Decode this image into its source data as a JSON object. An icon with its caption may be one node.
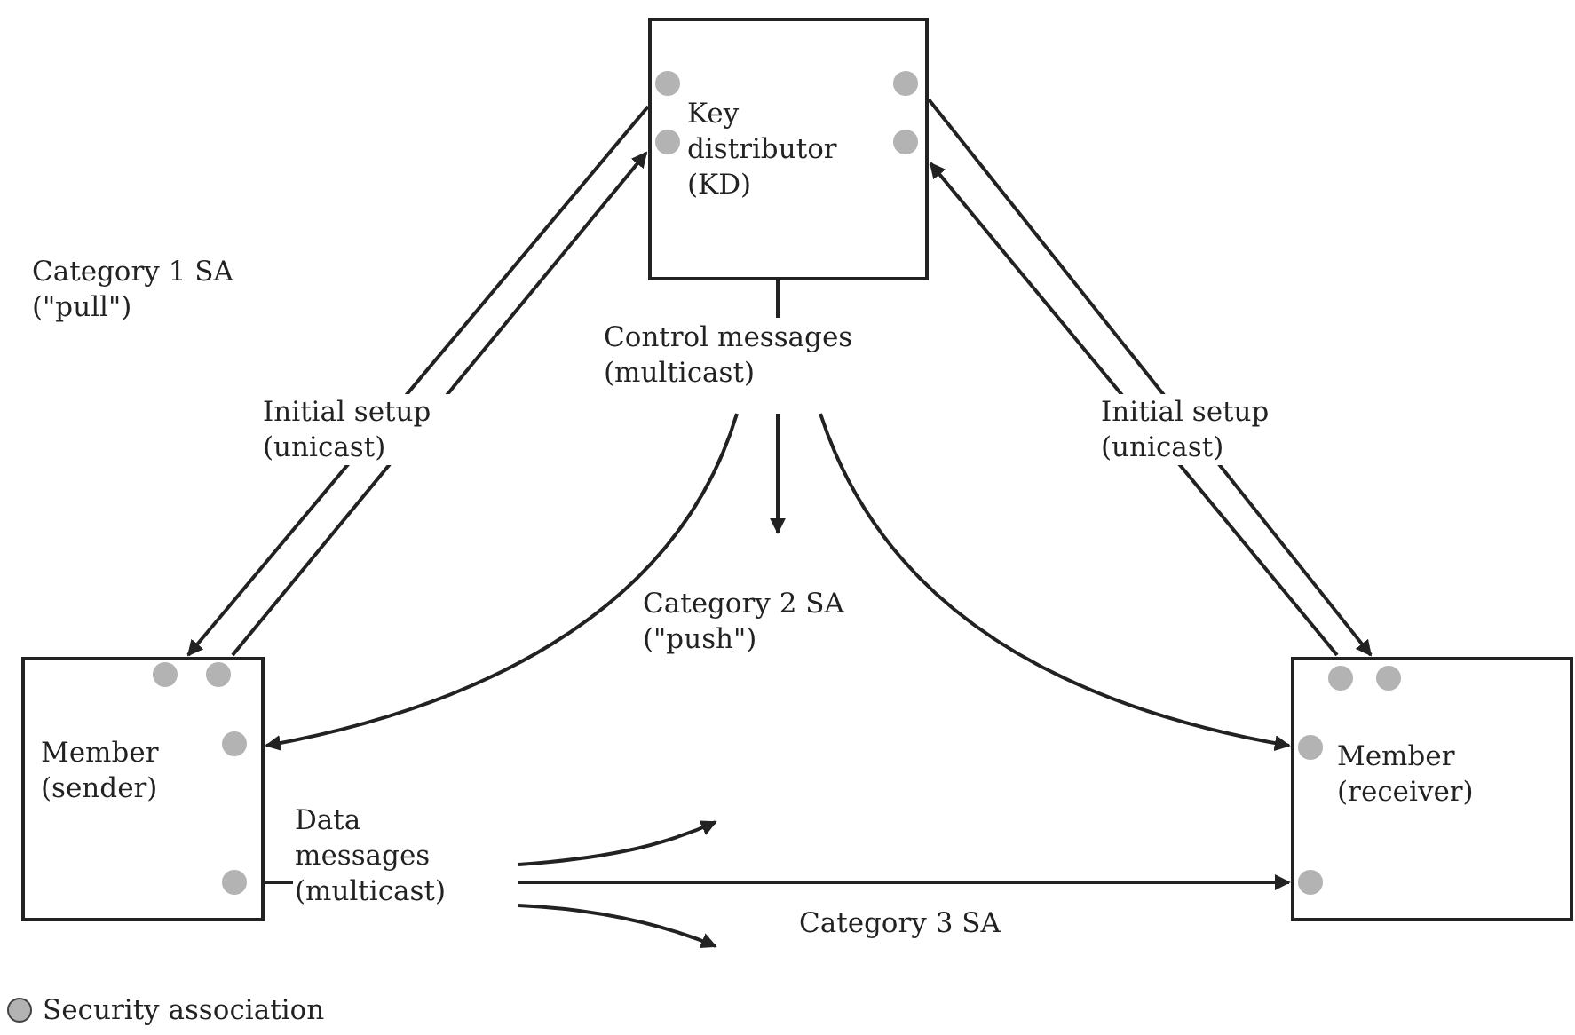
{
  "diagram": {
    "nodes": [
      {
        "text": [
          "Key distributor (KD)"
        ]
      },
      {
        "text": [
          "Member (sender)"
        ]
      },
      {
        "text": [
          "Member (receiver)"
        ]
      },
      {
        "text": [
          "Control messages (multicast)"
        ]
      },
      {
        "text": [
          "Data messages (multicast)"
        ]
      }
    ],
    "edges": [
      {
        "from": 0,
        "to": 1,
        "arrow": "to",
        "label": "Initial setup (unicast)"
      },
      {
        "from": 1,
        "to": 0,
        "arrow": "to"
      },
      {
        "from": 0,
        "to": 2,
        "arrow": "to",
        "label": "Initial setup (unicast)"
      },
      {
        "from": 2,
        "to": 0,
        "arrow": "to"
      },
      {
        "from": 0,
        "to": 3,
        "arrow": "none"
      },
      {
        "from": 3,
        "to": null,
        "arrow": "to"
      },
      {
        "from": 3,
        "to": 1,
        "arrow": "to"
      },
      {
        "from": 3,
        "to": 2,
        "arrow": "to"
      },
      {
        "from": 1,
        "to": 4,
        "arrow": "none"
      },
      {
        "from": 4,
        "to": null,
        "arrow": "to"
      },
      {
        "from": 4,
        "to": 2,
        "arrow": "to"
      },
      {
        "from": 4,
        "to": null,
        "arrow": "to"
      }
    ],
    "labels": [
      "Category 1 SA (\"pull\")",
      "Category 2 SA (\"push\")",
      "Category 3 SA"
    ],
    "legend": [
      {
        "text": "Security association",
        "color": "#b3b3b3"
      }
    ]
  }
}
